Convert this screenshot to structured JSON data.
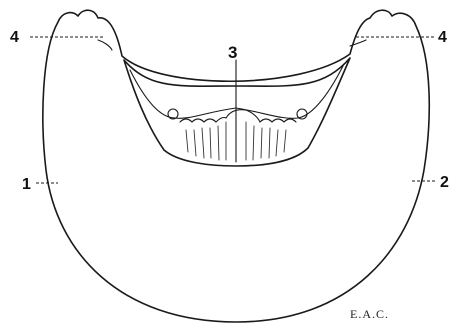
{
  "labels": {
    "left_upper": "4",
    "right_upper": "4",
    "center": "3",
    "left": "1",
    "right": "2"
  },
  "signature": "E.A.C."
}
